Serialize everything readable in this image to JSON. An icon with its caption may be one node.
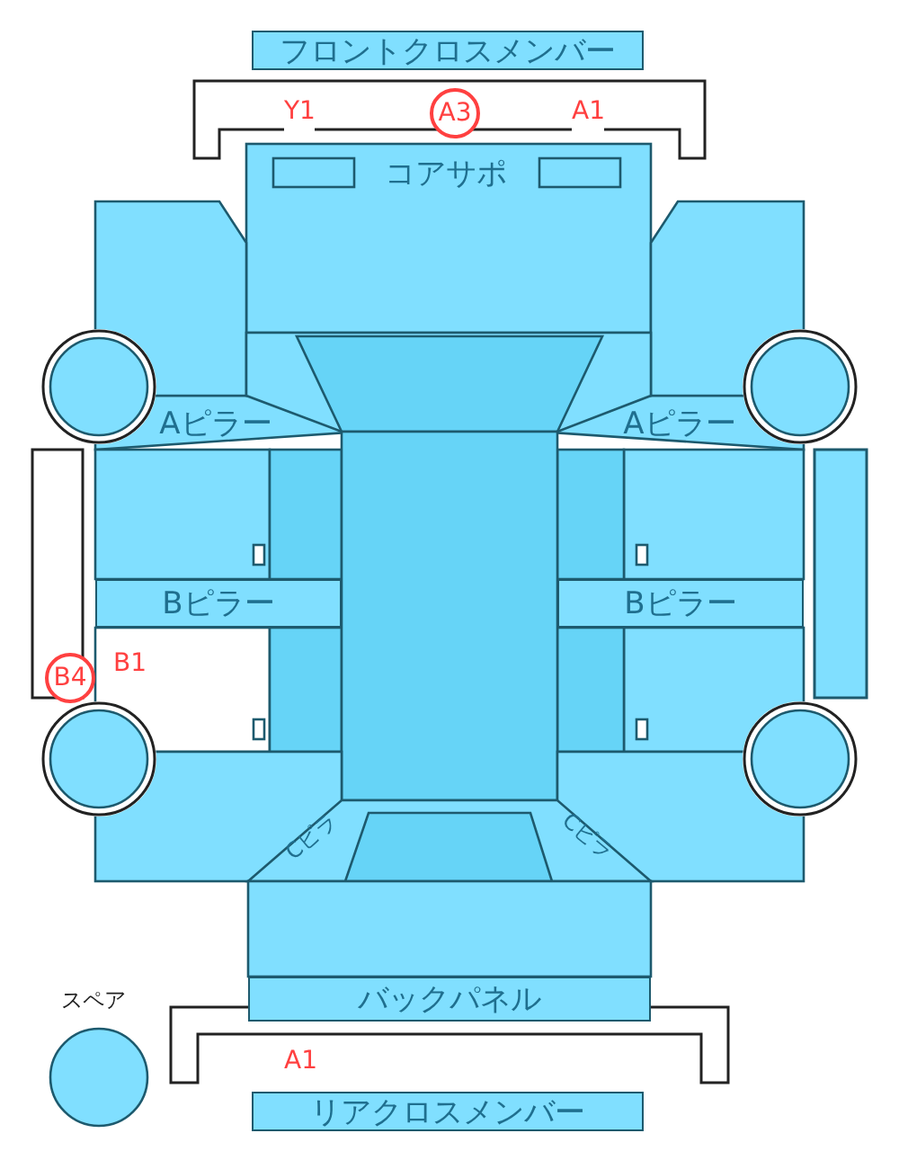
{
  "diagram": {
    "nodes": [
      {
        "text": [
          "フロントクロスメンバー"
        ]
      },
      {
        "text": [
          "コアサポ"
        ]
      },
      {
        "text": [
          "Aピラー"
        ]
      },
      {
        "text": [
          "Aピラー"
        ]
      },
      {
        "text": [
          "Bピラー"
        ]
      },
      {
        "text": [
          "Bピラー"
        ]
      },
      {
        "text": [
          "Cピラ"
        ]
      },
      {
        "text": [
          "Cピラ"
        ]
      },
      {
        "text": [
          "バックパネル"
        ]
      },
      {
        "text": [
          "リアクロスメンバー"
        ]
      },
      {
        "text": [
          "スペア"
        ]
      }
    ],
    "labels": [
      "Y1",
      "A3",
      "A1",
      "B4",
      "B1",
      "A1"
    ]
  }
}
